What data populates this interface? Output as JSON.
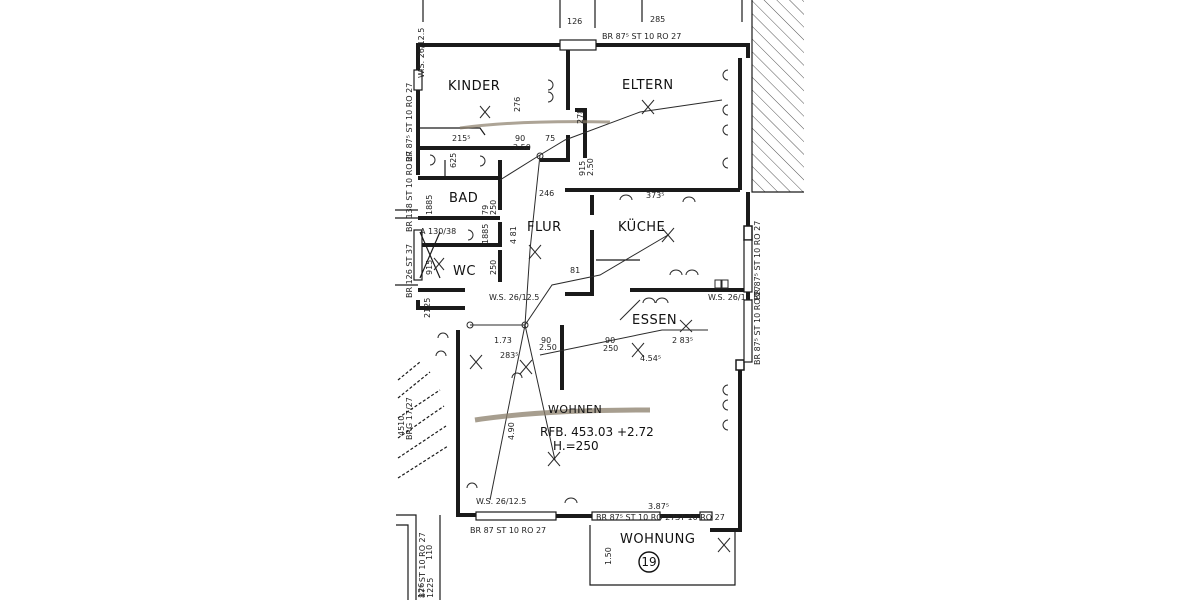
{
  "rooms": {
    "kinder": "KINDER",
    "eltern": "ELTERN",
    "bad": "BAD",
    "flur": "FLUR",
    "kueche": "KÜCHE",
    "wc": "WC",
    "essen": "ESSEN",
    "wohnen": "WOHNEN",
    "wohnung": "WOHNUNG"
  },
  "unit_number": "19",
  "annotations": {
    "rfb": "RFB. 453.03",
    "level": "+2.72",
    "height": "H.=250"
  },
  "window_labels": {
    "top": "BR 87⁵ ST 10 RO 27",
    "left_upper": "BR 87⁵ ST 10 RO 27",
    "left_bad": "BR 138 ST 10 RO 27",
    "left_wc": "BR 126 ST 37",
    "right_kueche": "BR 87⁵ ST 10 RO 27",
    "right_essen": "BR 87⁵ ST 10 RO 27",
    "bottom_left": "BR 87 ST 10 RO 27",
    "bottom_mid": "BR 87⁵ ST 10 RO 27",
    "bottom_right": "ST 10 RO 27",
    "left_bottom": "87⁵ ST 10 RO 27",
    "wohnen_left": "BRG 17/27"
  },
  "dimensions": {
    "d126": "126",
    "d285": "285",
    "d276": "276",
    "d278": "278",
    "d215": "215⁵",
    "d90a": "90",
    "d250a": "2.50",
    "d75": "75",
    "d246": "246",
    "d915a": "915",
    "d250b": "2.50",
    "d625": "625",
    "d1885": "1885",
    "d79": "79",
    "d250c": "250",
    "d481": "4 81",
    "d373": "373⁵",
    "d81": "81",
    "d915b": "915",
    "d250d": "250",
    "d1305": "A 130/38",
    "d1885b": "1885",
    "d173": "1.73",
    "d283a": "283⁵",
    "d90b": "90",
    "d250e": "2.50",
    "d90c": "90",
    "d250f": "250",
    "d4545": "4.54⁵",
    "d2835": "2 83⁵",
    "d490": "4.90",
    "d3875": "3.87⁵",
    "d150": "1.50",
    "d2125": "2125",
    "d110": "110",
    "d126b": "126",
    "d1225": "1225",
    "d4510": "4510",
    "ws": "W.S. 26/12.5"
  }
}
